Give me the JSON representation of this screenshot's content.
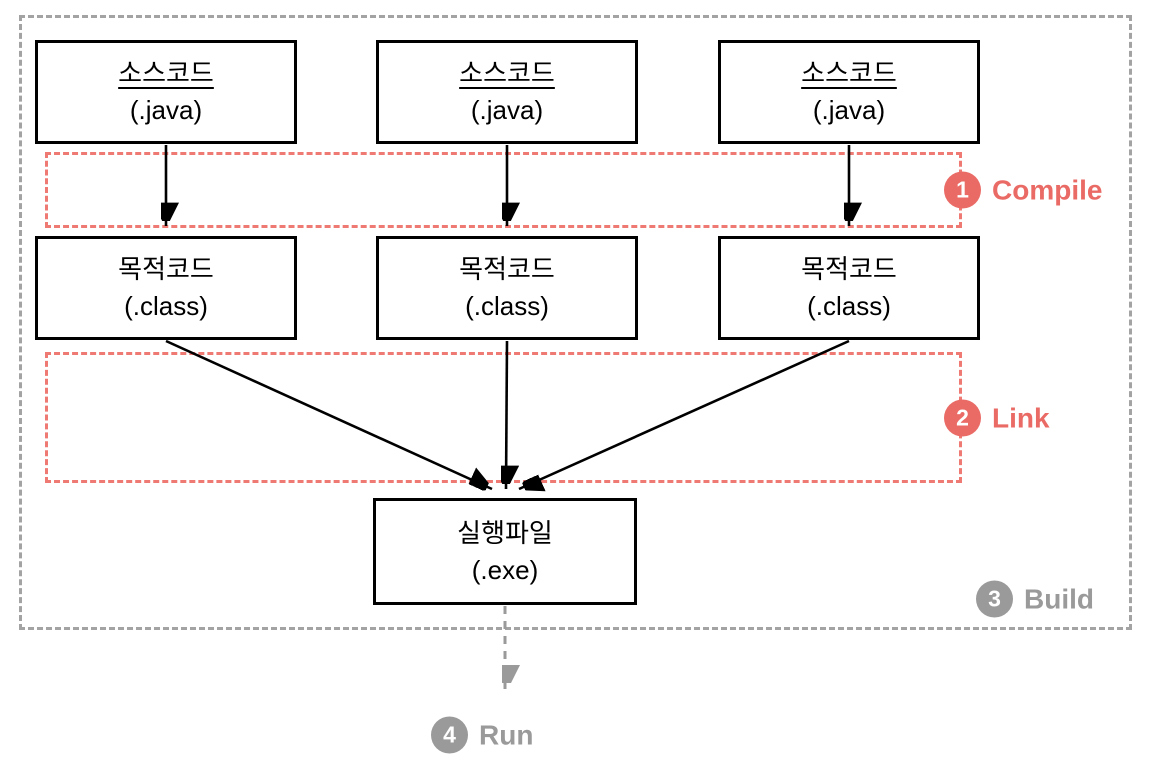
{
  "diagram": {
    "boxes": {
      "sources": [
        {
          "title": "소스코드",
          "subtitle": "(.java)"
        },
        {
          "title": "소스코드",
          "subtitle": "(.java)"
        },
        {
          "title": "소스코드",
          "subtitle": "(.java)"
        }
      ],
      "objects": [
        {
          "title": "목적코드",
          "subtitle": "(.class)"
        },
        {
          "title": "목적코드",
          "subtitle": "(.class)"
        },
        {
          "title": "목적코드",
          "subtitle": "(.class)"
        }
      ],
      "executable": {
        "title": "실행파일",
        "subtitle": "(.exe)"
      }
    },
    "badges": {
      "compile": {
        "number": "1",
        "label": "Compile"
      },
      "link": {
        "number": "2",
        "label": "Link"
      },
      "build": {
        "number": "3",
        "label": "Build"
      },
      "run": {
        "number": "4",
        "label": "Run"
      }
    },
    "colors": {
      "stage_accent": "#ea6b66",
      "stage_dash": "#ee7a73",
      "build_accent": "#9a9a9a",
      "build_dash": "#a3a3a3",
      "node_border": "#000000",
      "arrow": "#000000",
      "background": "#ffffff"
    }
  }
}
